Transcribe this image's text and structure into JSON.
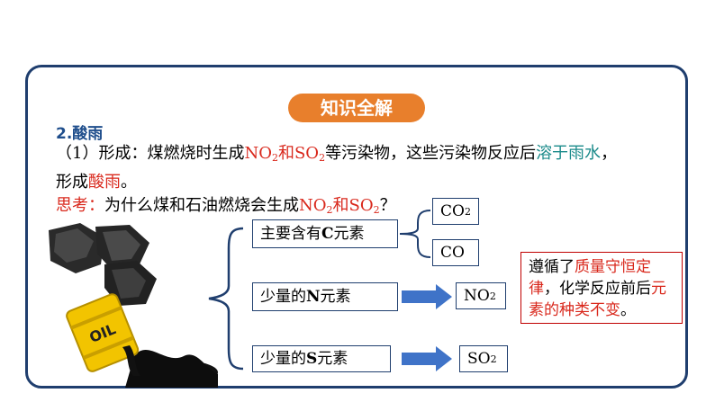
{
  "badge": "知识全解",
  "section_title": "2.酸雨",
  "line1": {
    "prefix": "（1）形成：煤燃烧时生成",
    "no": "NO",
    "no_sub": "2",
    "and": "和",
    "so": "SO",
    "so_sub": "2",
    "mid": "等污染物，这些污染物反应后",
    "dissolve": "溶于雨水",
    "end": "，"
  },
  "line2": {
    "prefix": "形成",
    "acid_rain": "酸雨",
    "end": "。"
  },
  "think": {
    "label": "思考：",
    "question": "为什么煤和石油燃烧会生成",
    "no": "NO",
    "no_sub": "2",
    "and": "和",
    "so": "SO",
    "so_sub": "2",
    "qmark": "？"
  },
  "boxes": {
    "c_pre": "主要含有",
    "c_bold": "C",
    "c_post": "元素",
    "co2": "CO",
    "co2_sub": "2",
    "co": "CO",
    "n_pre": "少量的",
    "n_bold": "N",
    "n_post": "元素",
    "no2": "NO",
    "no2_sub": "2",
    "s_pre": "少量的",
    "s_bold": "S",
    "s_post": "元素",
    "so2": "SO",
    "so2_sub": "2"
  },
  "note": {
    "p1": "遵循了",
    "law": "质量守恒定律",
    "p2": "，化学反应前后",
    "elements": "元素的种类不变",
    "end": "。"
  },
  "illustration": {
    "barrel_text": "OIL"
  },
  "colors": {
    "frame": "#1f3e6e",
    "badge": "#e87f2c",
    "title": "#1f4e8c",
    "red": "#d9281c",
    "teal": "#1a8a8a",
    "arrow": "#3f73c8"
  }
}
